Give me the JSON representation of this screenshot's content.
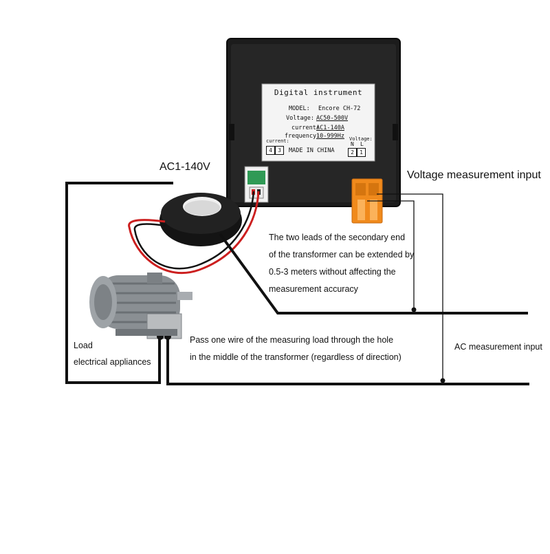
{
  "device_label": {
    "title": "Digital instrument",
    "model_key": "MODEL:",
    "model_value": "Encore CH-72",
    "voltage_key": "Voltage:",
    "voltage_value": "AC50-500V",
    "current_key": "current:",
    "current_value": "AC1-140A",
    "frequency_key": "frequency:",
    "frequency_value": "10-999Hz",
    "current_terminals_label": "current:",
    "current_terminal_1": "4",
    "current_terminal_2": "3",
    "made_in": "MADE IN CHINA",
    "voltage_terminals_label": "Voltage:",
    "voltage_terminal_n_letter": "N",
    "voltage_terminal_l_letter": "L",
    "voltage_terminal_1": "2",
    "voltage_terminal_2": "1"
  },
  "callouts": {
    "current_range": "AC1-140V",
    "voltage_input": "Voltage measurement input",
    "secondary_leads_line1": "The two leads of the secondary end",
    "secondary_leads_line2": "of the transformer can be extended by",
    "secondary_leads_line3": "0.5-3 meters without affecting the",
    "secondary_leads_line4": "measurement accuracy",
    "load_line1": "Load",
    "load_line2": "electrical appliances",
    "pass_wire_line1": "Pass one wire of the measuring load through the hole",
    "pass_wire_line2": "in the middle of the transformer (regardless of direction)",
    "ac_input": "AC measurement input"
  },
  "colors": {
    "wire_black": "#111111",
    "wire_red": "#cc1f1f",
    "terminal_orange": "#f08a1c",
    "connector_green": "#2f9a55",
    "device_body": "#1c1c1c",
    "motor_gray": "#8a8f93"
  }
}
